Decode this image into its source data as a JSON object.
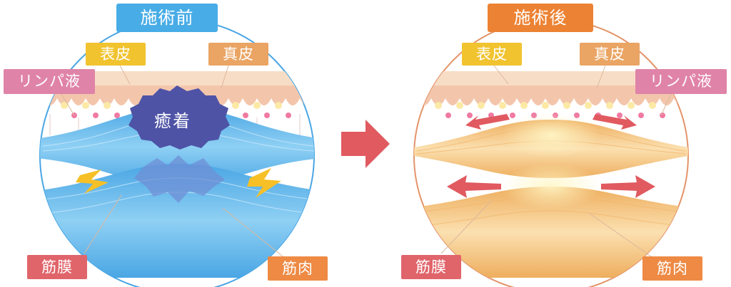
{
  "before": {
    "title": "施術前",
    "epidermis": "表皮",
    "dermis": "真皮",
    "lymph": "リンパ液",
    "adhesion": "癒着",
    "fascia": "筋膜",
    "muscle": "筋肉",
    "accent_color": "#48ace6"
  },
  "after": {
    "title": "施術後",
    "epidermis": "表皮",
    "dermis": "真皮",
    "lymph": "リンパ液",
    "fascia": "筋膜",
    "muscle": "筋肉",
    "accent_color": "#ec8233"
  },
  "arrow_icon": "right-arrow-icon"
}
